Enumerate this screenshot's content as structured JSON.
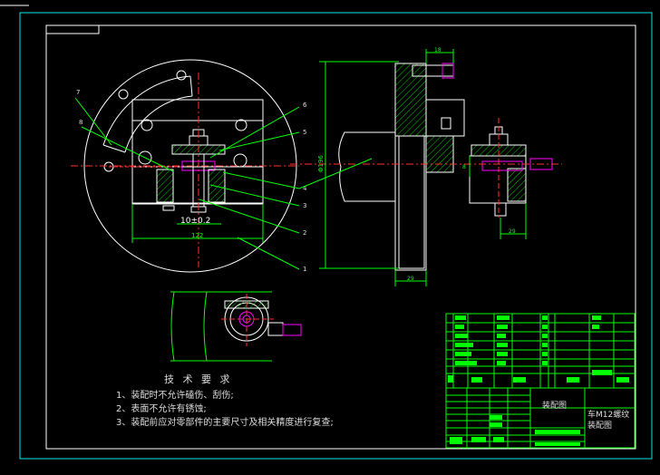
{
  "notes": {
    "title": "技 术 要 求",
    "items": [
      "1、装配时不允许磕伤、刮伤;",
      "2、表面不允许有锈蚀;",
      "3、装配前应对零部件的主要尺寸及相关精度进行复查;"
    ]
  },
  "title_block": {
    "drawing_name": "装配图",
    "part_name_line1": "车M12螺纹",
    "part_name_line2": "装配图"
  },
  "balloons": [
    "1",
    "2",
    "3",
    "4",
    "5",
    "6",
    "7",
    "8"
  ],
  "dimensions": {
    "front_tolerance": "10±0.2",
    "front_width": "122",
    "side_diameter": "Φ196",
    "side_bottom": "29",
    "side_top": "18",
    "side_right": "29",
    "side_small": "8"
  },
  "colors": {
    "background": "#000000",
    "outline": "#ffffff",
    "leader": "#00ff00",
    "center_line": "#ff3030",
    "hatch": "#00cc00",
    "magenta": "#ff00ff",
    "border": "#00e5e5",
    "text": "#dcdcdc"
  }
}
